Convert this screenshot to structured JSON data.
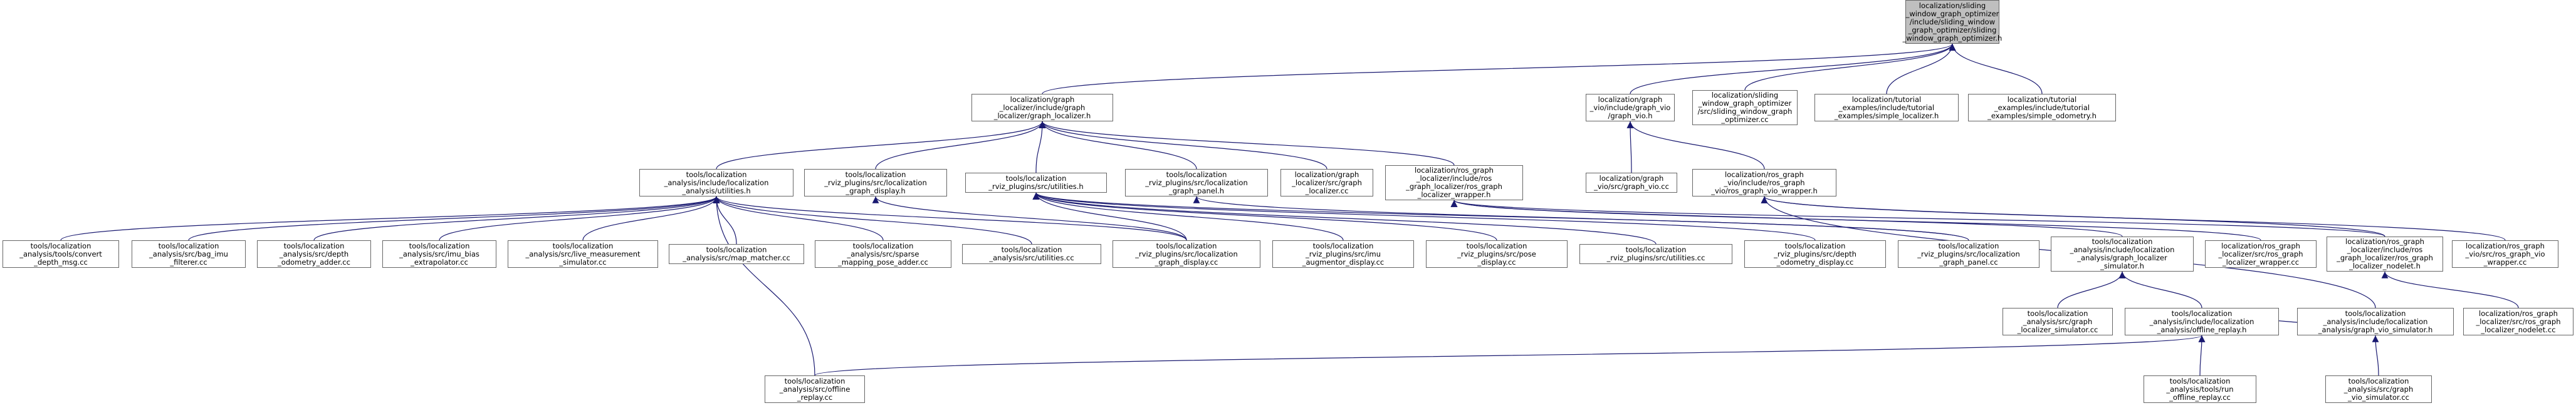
{
  "colors": {
    "edge": "#191970",
    "root_fill": "#bfbfbf",
    "node_border": "#666666"
  },
  "nodes": [
    {
      "id": "n0",
      "label": "localization/sliding\n_window_graph_optimizer\n/include/sliding_window\n_graph_optimizer/sliding\n_window_graph_optimizer.h",
      "root": true
    },
    {
      "id": "n1",
      "label": "localization/graph\n_localizer/include/graph\n_localizer/graph_localizer.h"
    },
    {
      "id": "n2",
      "label": "localization/graph\n_vio/include/graph_vio\n/graph_vio.h"
    },
    {
      "id": "n3",
      "label": "localization/sliding\n_window_graph_optimizer\n/src/sliding_window_graph\n_optimizer.cc"
    },
    {
      "id": "n4",
      "label": "localization/tutorial\n_examples/include/tutorial\n_examples/simple_localizer.h"
    },
    {
      "id": "n5",
      "label": "localization/tutorial\n_examples/include/tutorial\n_examples/simple_odometry.h"
    },
    {
      "id": "n6",
      "label": "tools/localization\n_analysis/include/localization\n_analysis/utilities.h"
    },
    {
      "id": "n7",
      "label": "tools/localization\n_rviz_plugins/src/localization\n_graph_display.h"
    },
    {
      "id": "n8",
      "label": "tools/localization\n_rviz_plugins/src/utilities.h"
    },
    {
      "id": "n9",
      "label": "tools/localization\n_rviz_plugins/src/localization\n_graph_panel.h"
    },
    {
      "id": "n10",
      "label": "localization/graph\n_localizer/src/graph\n_localizer.cc"
    },
    {
      "id": "n11",
      "label": "localization/ros_graph\n_localizer/include/ros\n_graph_localizer/ros_graph\n_localizer_wrapper.h"
    },
    {
      "id": "n12",
      "label": "localization/graph\n_vio/src/graph_vio.cc"
    },
    {
      "id": "n13",
      "label": "localization/ros_graph\n_vio/include/ros_graph\n_vio/ros_graph_vio_wrapper.h"
    },
    {
      "id": "n14",
      "label": "tools/localization\n_analysis/tools/convert\n_depth_msg.cc"
    },
    {
      "id": "n15",
      "label": "tools/localization\n_analysis/src/bag_imu\n_filterer.cc"
    },
    {
      "id": "n16",
      "label": "tools/localization\n_analysis/src/depth\n_odometry_adder.cc"
    },
    {
      "id": "n17",
      "label": "tools/localization\n_analysis/src/imu_bias\n_extrapolator.cc"
    },
    {
      "id": "n18",
      "label": "tools/localization\n_analysis/src/live_measurement\n_simulator.cc"
    },
    {
      "id": "n19",
      "label": "tools/localization\n_analysis/src/map_matcher.cc"
    },
    {
      "id": "n20",
      "label": "tools/localization\n_analysis/src/sparse\n_mapping_pose_adder.cc"
    },
    {
      "id": "n21",
      "label": "tools/localization\n_analysis/src/utilities.cc"
    },
    {
      "id": "n22",
      "label": "tools/localization\n_rviz_plugins/src/localization\n_graph_display.cc"
    },
    {
      "id": "n23",
      "label": "tools/localization\n_rviz_plugins/src/imu\n_augmentor_display.cc"
    },
    {
      "id": "n24",
      "label": "tools/localization\n_rviz_plugins/src/pose\n_display.cc"
    },
    {
      "id": "n25",
      "label": "tools/localization\n_rviz_plugins/src/utilities.cc"
    },
    {
      "id": "n26",
      "label": "tools/localization\n_rviz_plugins/src/depth\n_odometry_display.cc"
    },
    {
      "id": "n27",
      "label": "tools/localization\n_rviz_plugins/src/localization\n_graph_panel.cc"
    },
    {
      "id": "n28",
      "label": "tools/localization\n_analysis/include/localization\n_analysis/graph_localizer\n_simulator.h"
    },
    {
      "id": "n29",
      "label": "localization/ros_graph\n_localizer/src/ros_graph\n_localizer_wrapper.cc"
    },
    {
      "id": "n30",
      "label": "localization/ros_graph\n_localizer/include/ros\n_graph_localizer/ros_graph\n_localizer_nodelet.h"
    },
    {
      "id": "n31",
      "label": "localization/ros_graph\n_vio/src/ros_graph_vio\n_wrapper.cc"
    },
    {
      "id": "n32",
      "label": "tools/localization\n_analysis/include/localization\n_analysis/graph_vio_simulator.h"
    },
    {
      "id": "n33",
      "label": "tools/localization\n_analysis/src/graph\n_localizer_simulator.cc"
    },
    {
      "id": "n34",
      "label": "tools/localization\n_analysis/include/localization\n_analysis/offline_replay.h"
    },
    {
      "id": "n35",
      "label": "localization/ros_graph\n_localizer/src/ros_graph\n_localizer_nodelet.cc"
    },
    {
      "id": "n36",
      "label": "tools/localization\n_analysis/src/graph\n_vio_simulator.cc"
    },
    {
      "id": "n37",
      "label": "tools/localization\n_analysis/src/offline\n_replay.cc"
    },
    {
      "id": "n38",
      "label": "tools/localization\n_analysis/tools/run\n_offline_replay.cc"
    }
  ],
  "edges": [
    [
      "n1",
      "n0"
    ],
    [
      "n2",
      "n0"
    ],
    [
      "n3",
      "n0"
    ],
    [
      "n4",
      "n0"
    ],
    [
      "n5",
      "n0"
    ],
    [
      "n6",
      "n1"
    ],
    [
      "n7",
      "n1"
    ],
    [
      "n8",
      "n1"
    ],
    [
      "n9",
      "n1"
    ],
    [
      "n10",
      "n1"
    ],
    [
      "n11",
      "n1"
    ],
    [
      "n12",
      "n2"
    ],
    [
      "n13",
      "n2"
    ],
    [
      "n14",
      "n6"
    ],
    [
      "n15",
      "n6"
    ],
    [
      "n16",
      "n6"
    ],
    [
      "n17",
      "n6"
    ],
    [
      "n18",
      "n6"
    ],
    [
      "n19",
      "n6"
    ],
    [
      "n20",
      "n6"
    ],
    [
      "n21",
      "n6"
    ],
    [
      "n22",
      "n6"
    ],
    [
      "n37",
      "n6"
    ],
    [
      "n22",
      "n7"
    ],
    [
      "n22",
      "n8"
    ],
    [
      "n23",
      "n8"
    ],
    [
      "n24",
      "n8"
    ],
    [
      "n25",
      "n8"
    ],
    [
      "n26",
      "n8"
    ],
    [
      "n27",
      "n8"
    ],
    [
      "n27",
      "n9"
    ],
    [
      "n28",
      "n11"
    ],
    [
      "n29",
      "n11"
    ],
    [
      "n30",
      "n11"
    ],
    [
      "n30",
      "n13"
    ],
    [
      "n31",
      "n13"
    ],
    [
      "n32",
      "n13"
    ],
    [
      "n33",
      "n28"
    ],
    [
      "n34",
      "n28"
    ],
    [
      "n35",
      "n30"
    ],
    [
      "n34",
      "n32"
    ],
    [
      "n36",
      "n32"
    ],
    [
      "n37",
      "n34"
    ],
    [
      "n38",
      "n34"
    ]
  ]
}
